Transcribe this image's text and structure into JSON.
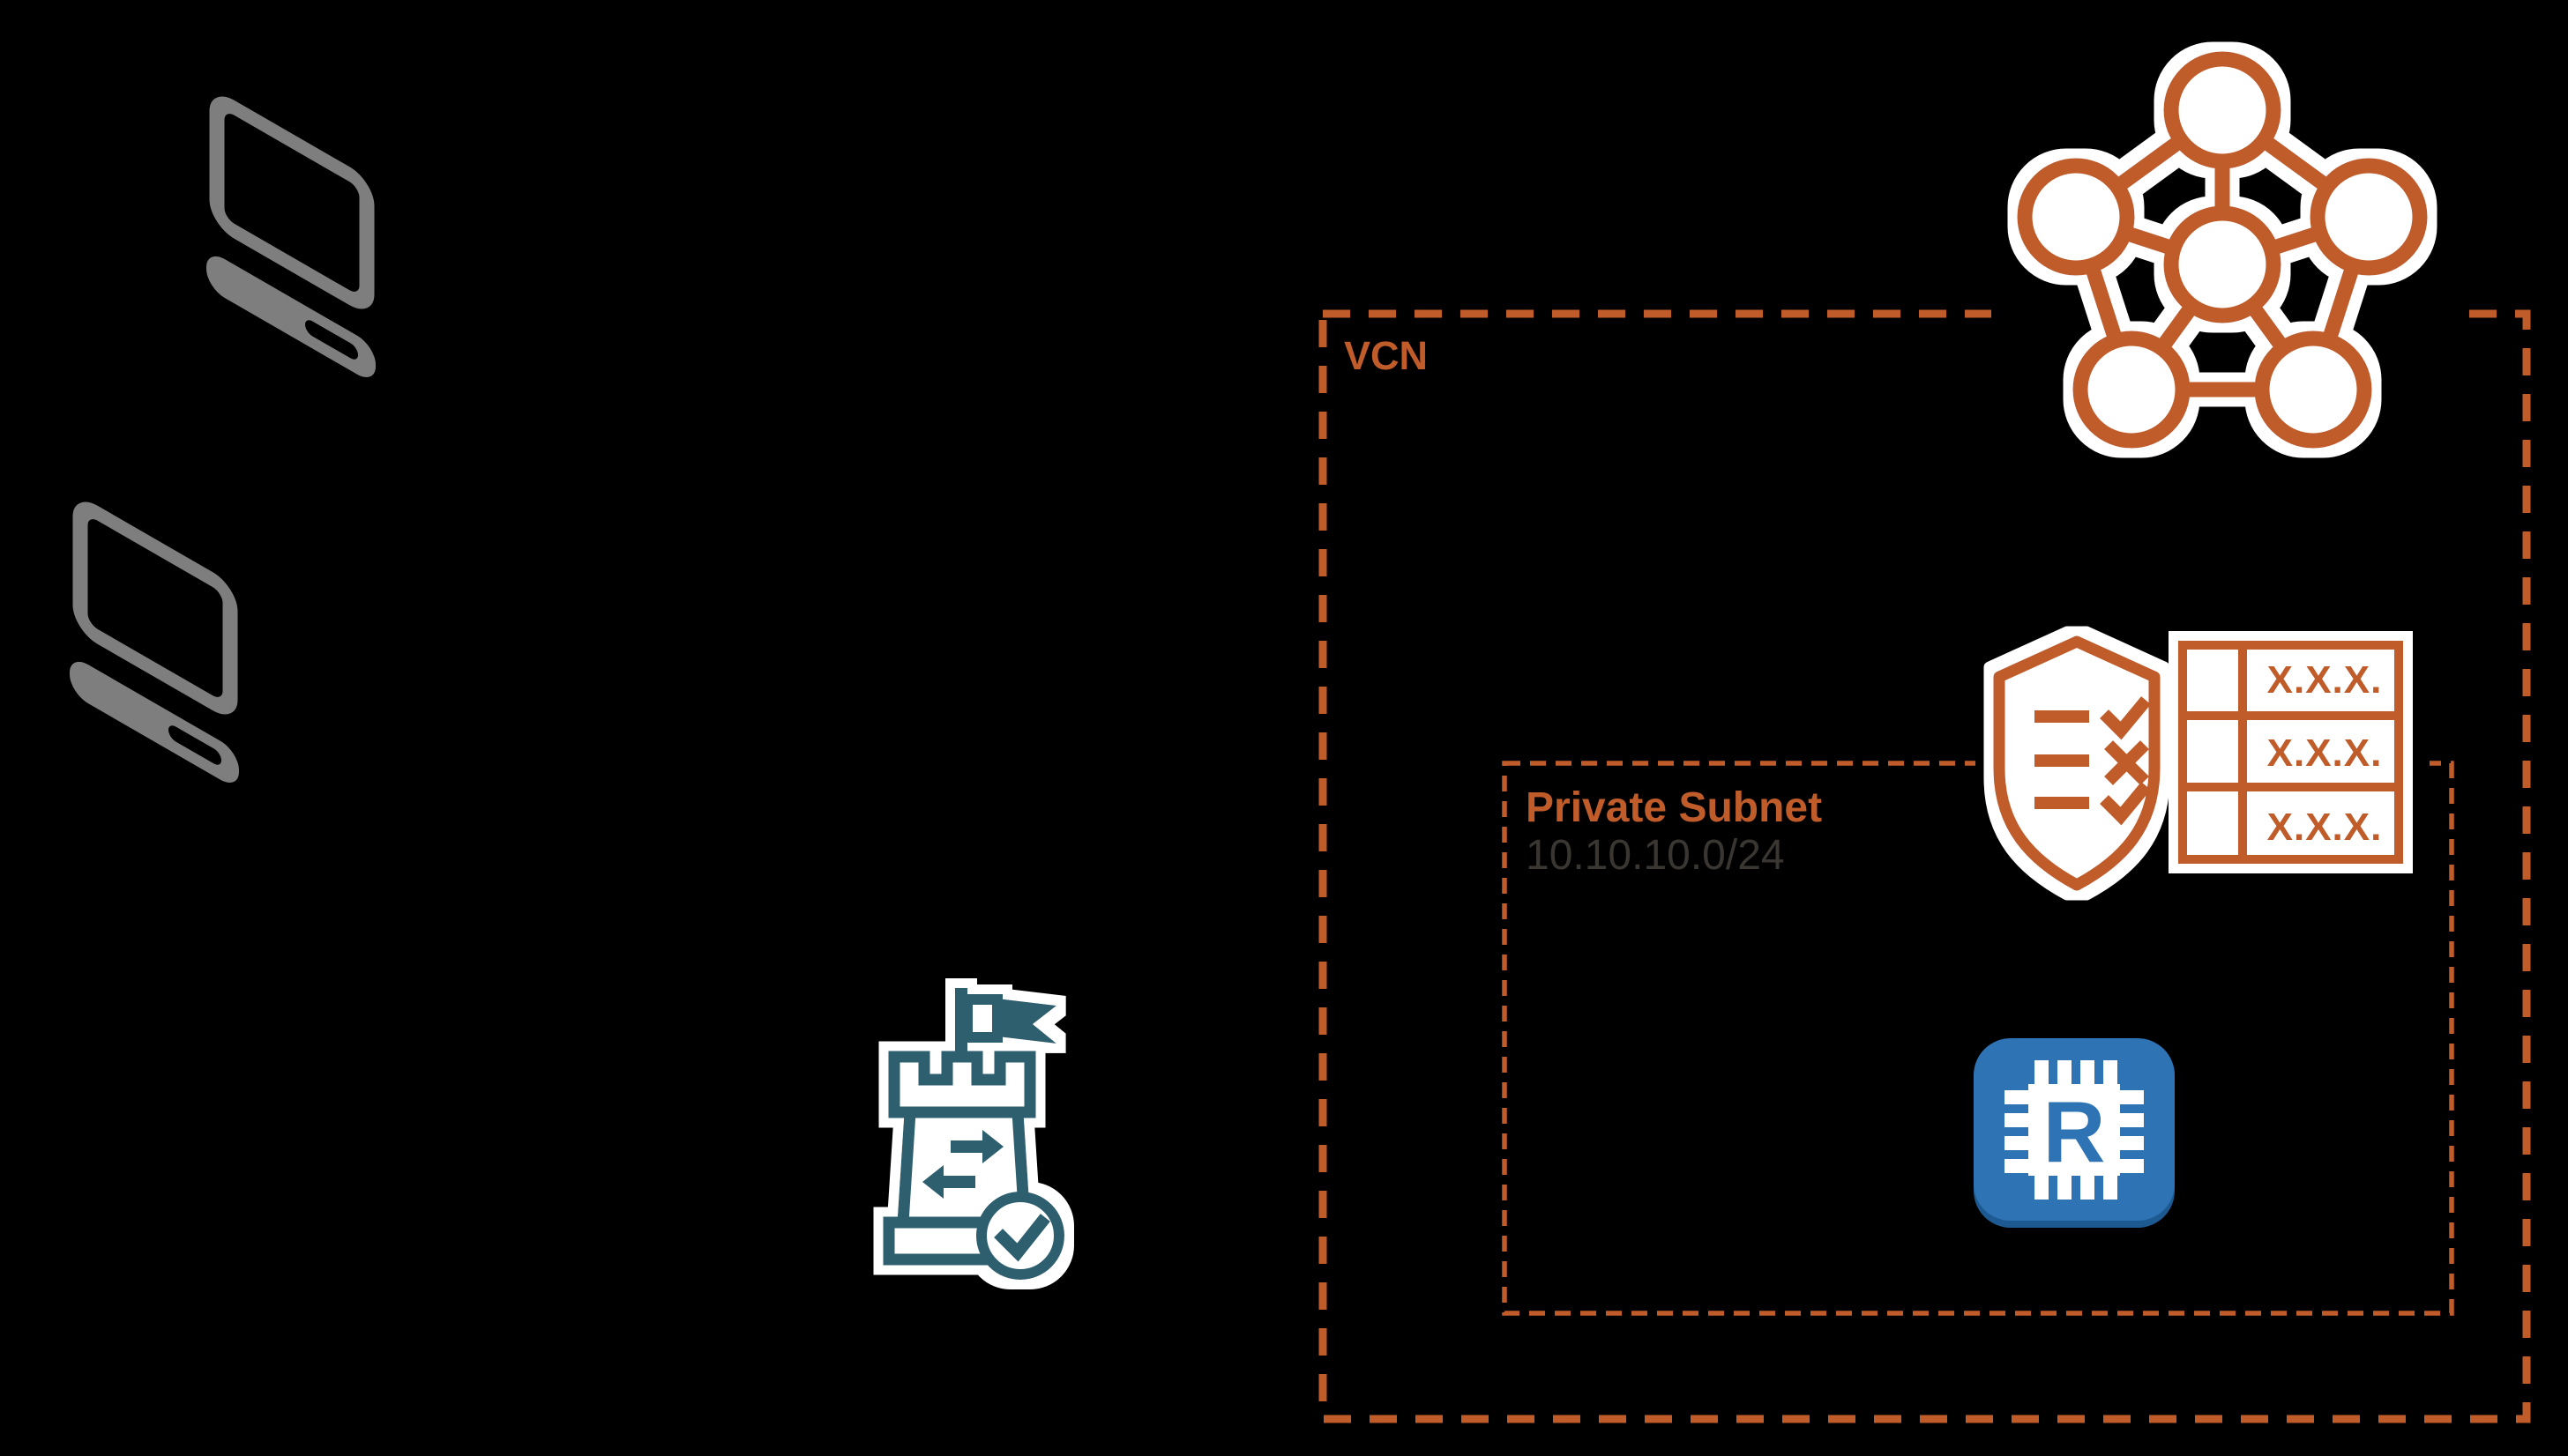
{
  "background": "#000000",
  "colors": {
    "orange": "#C05B2A",
    "teal": "#2D5F6E",
    "blue": "#2E74B5",
    "blue_shadow": "#1D5A91",
    "laptop_gray": "#7E7E7E",
    "cidr_text": "#3A3632",
    "icon_casing": "#FFFFFF"
  },
  "vcn": {
    "label": "VCN"
  },
  "private_subnet": {
    "label": "Private Subnet",
    "cidr": "10.10.10.0/24"
  },
  "route_table": {
    "rows": [
      "X.X.X.",
      "X.X.X.",
      "X.X.X."
    ]
  },
  "compute_instance": {
    "letter": "R"
  },
  "icons": {
    "laptop_top": "laptop-icon",
    "laptop_bottom": "laptop-icon",
    "vcn_network": "vcn-pentagon-network-icon",
    "security_list": "security-list-shield-icon",
    "route_table": "route-table-icon",
    "bastion": "bastion-tower-icon",
    "compute": "compute-chip-icon"
  }
}
